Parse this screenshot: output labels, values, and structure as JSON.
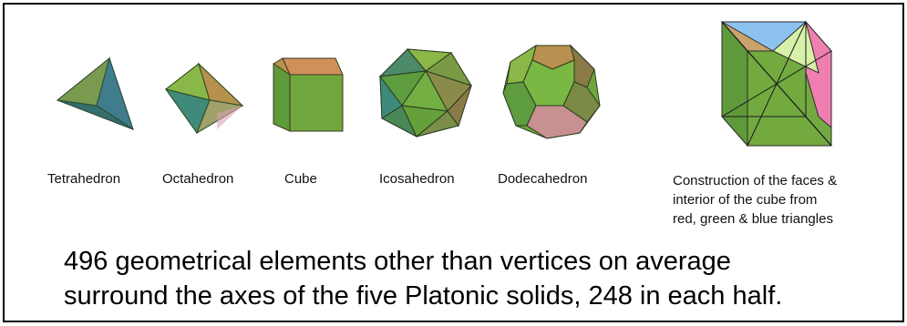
{
  "labels": {
    "tetrahedron": "Tetrahedron",
    "octahedron": "Octahedron",
    "cube": "Cube",
    "icosahedron": "Icosahedron",
    "dodecahedron": "Dodecahedron"
  },
  "construction_caption": [
    "Construction of the faces &",
    "interior of the cube from",
    "red, green & blue triangles"
  ],
  "main_text": [
    "496 geometrical elements other than vertices on average",
    "surround the axes of the five Platonic solids, 248 in each half."
  ],
  "colors": {
    "green": "#6fa83a",
    "dark_green": "#3d6f2a",
    "teal": "#3f8a7a",
    "orange": "#c08a55",
    "pink": "#ee7fb0",
    "blue": "#8ec2ee"
  }
}
